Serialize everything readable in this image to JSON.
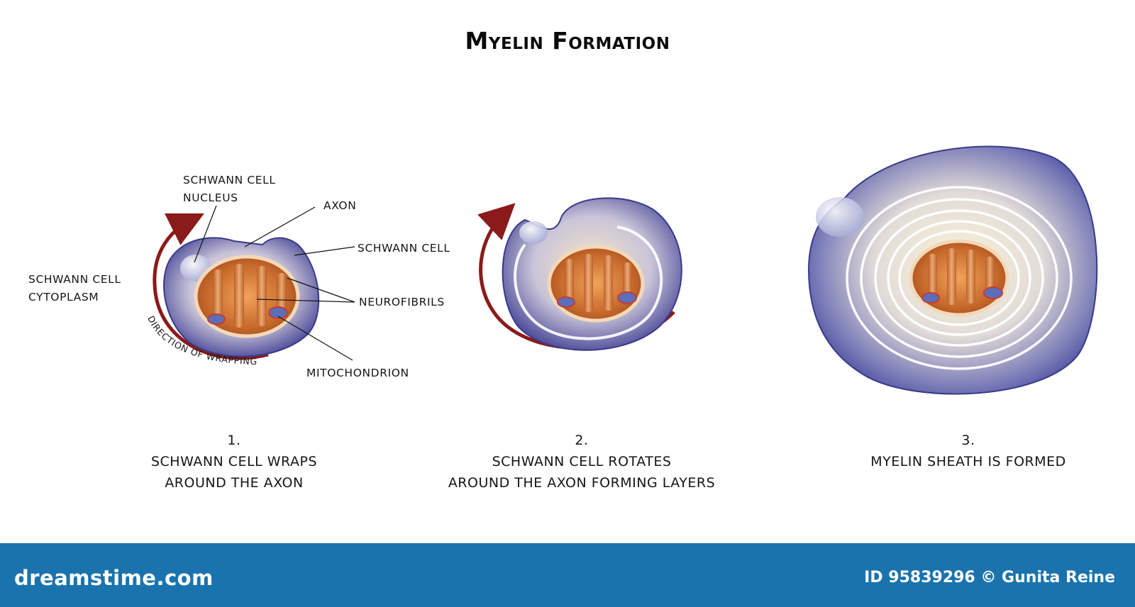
{
  "title": "Myelin Formation",
  "labels": {
    "nucleus_line1": "SCHWANN CELL",
    "nucleus_line2": "NUCLEUS",
    "axon": "AXON",
    "schwann_cell": "SCHWANN CELL",
    "cytoplasm_line1": "SCHWANN CELL",
    "cytoplasm_line2": "CYTOPLASM",
    "neurofibrils": "NEUROFIBRILS",
    "mitochondrion": "MITOCHONDRION",
    "direction": "DIRECTION OF WRAPPING"
  },
  "steps": [
    {
      "number": "1.",
      "line1": "SCHWANN CELL WRAPS",
      "line2": "AROUND THE AXON"
    },
    {
      "number": "2.",
      "line1": "SCHWANN CELL ROTATES",
      "line2": "AROUND THE AXON FORMING LAYERS"
    },
    {
      "number": "3.",
      "line1": "MYELIN SHEATH IS FORMED",
      "line2": ""
    }
  ],
  "footer": {
    "brand": "dreamstime.com",
    "credit": "ID 95839296 © Gunita Reine"
  },
  "colors": {
    "footer_bg": "#1a73ad",
    "cell_blue": "#4a4e9e",
    "axon_orange": "#d9823a",
    "arrow_red": "#8b1a1a"
  }
}
